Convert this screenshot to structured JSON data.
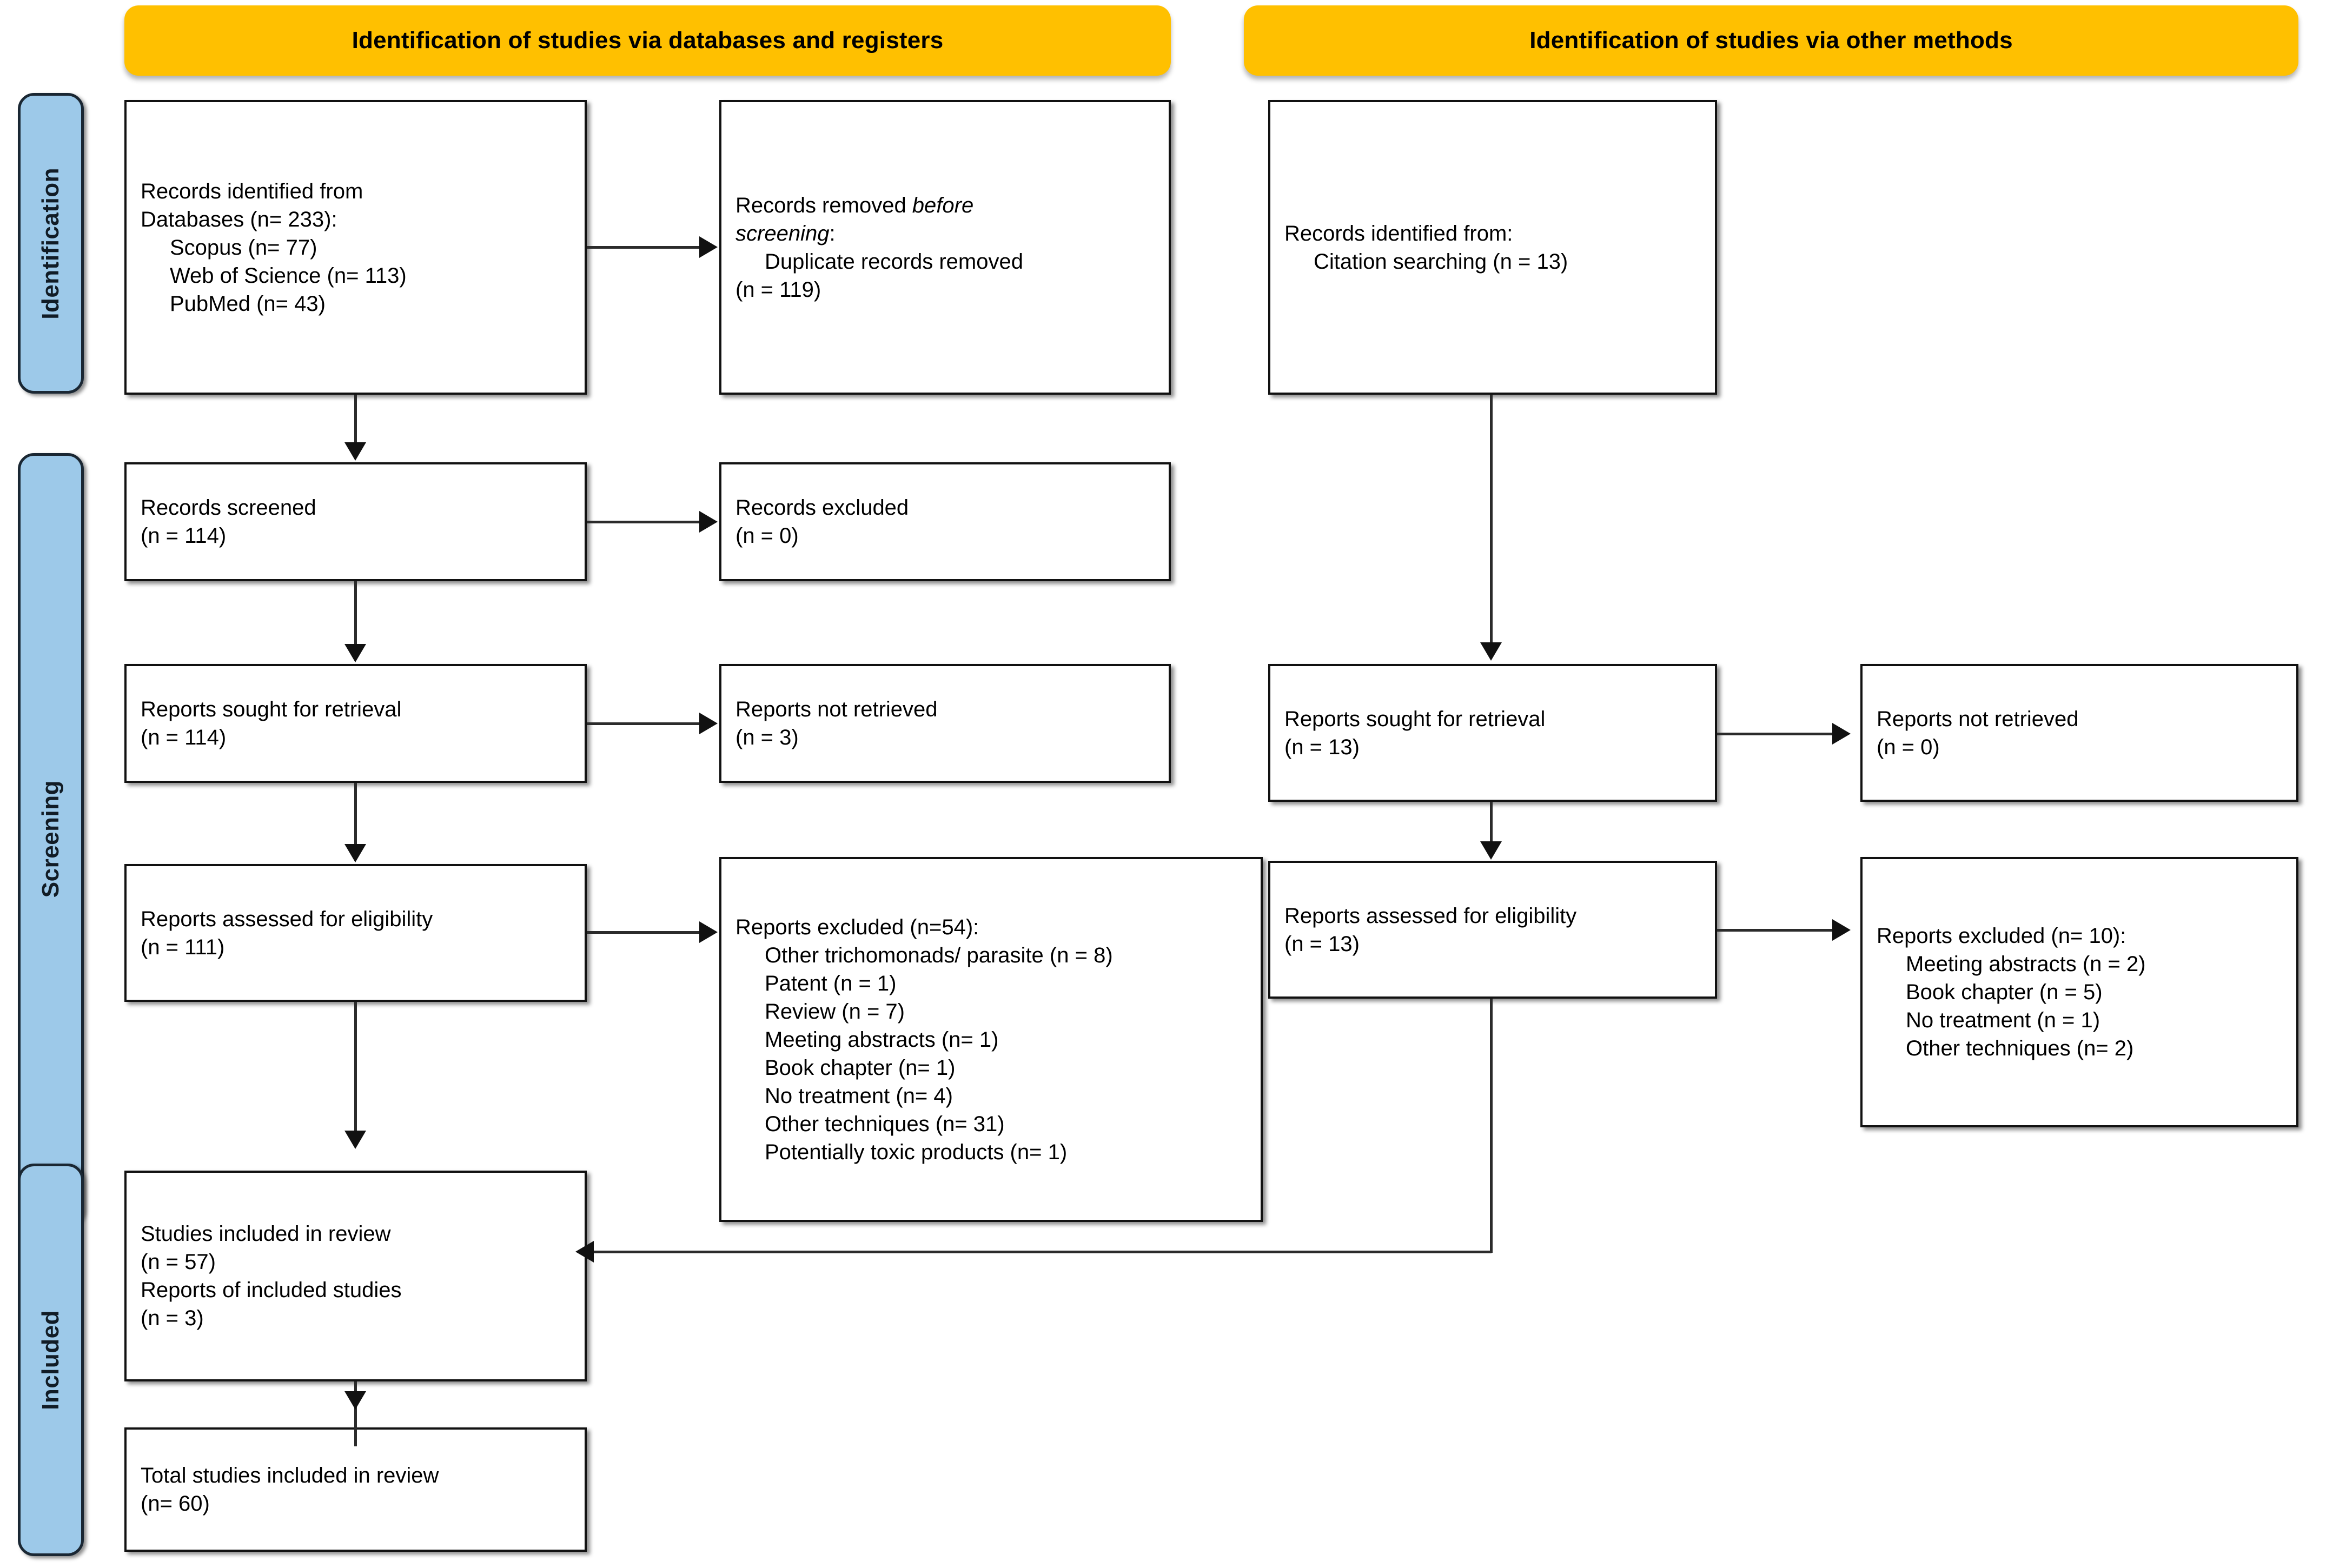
{
  "diagram": {
    "type": "PRISMA 2020 flow diagram",
    "banners": [
      {
        "id": "databases",
        "label": "Identification of studies via databases and registers"
      },
      {
        "id": "other",
        "label": "Identification of studies via other methods"
      }
    ],
    "stages": [
      {
        "id": "identification",
        "label": "Identification"
      },
      {
        "id": "screening",
        "label": "Screening"
      },
      {
        "id": "included",
        "label": "Included"
      }
    ],
    "left_column": {
      "records_identified": {
        "line1": "Records identified from",
        "line2": "Databases (n= 233):",
        "sources": [
          "Scopus (n= 77)",
          "Web of Science (n= 113)",
          "PubMed (n= 43)"
        ]
      },
      "records_removed": {
        "line1": "Records removed ",
        "line1_italic": "before",
        "line2_italic": "screening",
        "line2_tail": ":",
        "line3": "Duplicate records removed",
        "line4": "(n = 119)"
      },
      "records_screened": {
        "line1": "Records screened",
        "line2": "(n = 114)"
      },
      "records_excluded": {
        "line1": "Records excluded",
        "line2": "(n = 0)"
      },
      "reports_sought": {
        "line1": "Reports sought for retrieval",
        "line2": "(n = 114)"
      },
      "reports_not_retrieved": {
        "line1": "Reports not retrieved",
        "line2": "(n = 3)"
      },
      "reports_assessed": {
        "line1": "Reports assessed for eligibility",
        "line2": "(n = 111)"
      },
      "reports_excluded": {
        "header": "Reports excluded (n=54):",
        "reasons": [
          "Other trichomonads/ parasite (n = 8)",
          "Patent (n = 1)",
          "Review (n = 7)",
          "Meeting abstracts (n= 1)",
          "Book chapter (n= 1)",
          "No treatment (n= 4)",
          "Other techniques (n= 31)",
          "Potentially toxic products (n= 1)"
        ]
      },
      "studies_included": {
        "line1": "Studies included in review",
        "line2": "(n = 57)",
        "line3": "Reports of included studies",
        "line4": "(n = 3)"
      },
      "total_included": {
        "line1": "Total studies included in review",
        "line2": "(n= 60)"
      }
    },
    "right_column": {
      "records_identified": {
        "line1": "Records identified from:",
        "sources": [
          "Citation searching (n = 13)"
        ]
      },
      "reports_sought": {
        "line1": "Reports sought for retrieval",
        "line2": "(n = 13)"
      },
      "reports_not_retrieved": {
        "line1": "Reports not retrieved",
        "line2": "(n = 0)"
      },
      "reports_assessed": {
        "line1": "Reports assessed for eligibility",
        "line2": "(n = 13)"
      },
      "reports_excluded": {
        "header": "Reports excluded (n= 10):",
        "reasons": [
          "Meeting abstracts (n = 2)",
          "Book chapter (n = 5)",
          "No treatment (n = 1)",
          "Other techniques (n= 2)"
        ]
      }
    },
    "colors": {
      "banner_fill": "#FFC000",
      "stage_tab_fill": "#9DC9E9",
      "stage_tab_border": "#1A2733",
      "box_border": "#111111",
      "connector": "#2B2B2B",
      "text": "#000000",
      "background": "#FFFFFF"
    }
  }
}
